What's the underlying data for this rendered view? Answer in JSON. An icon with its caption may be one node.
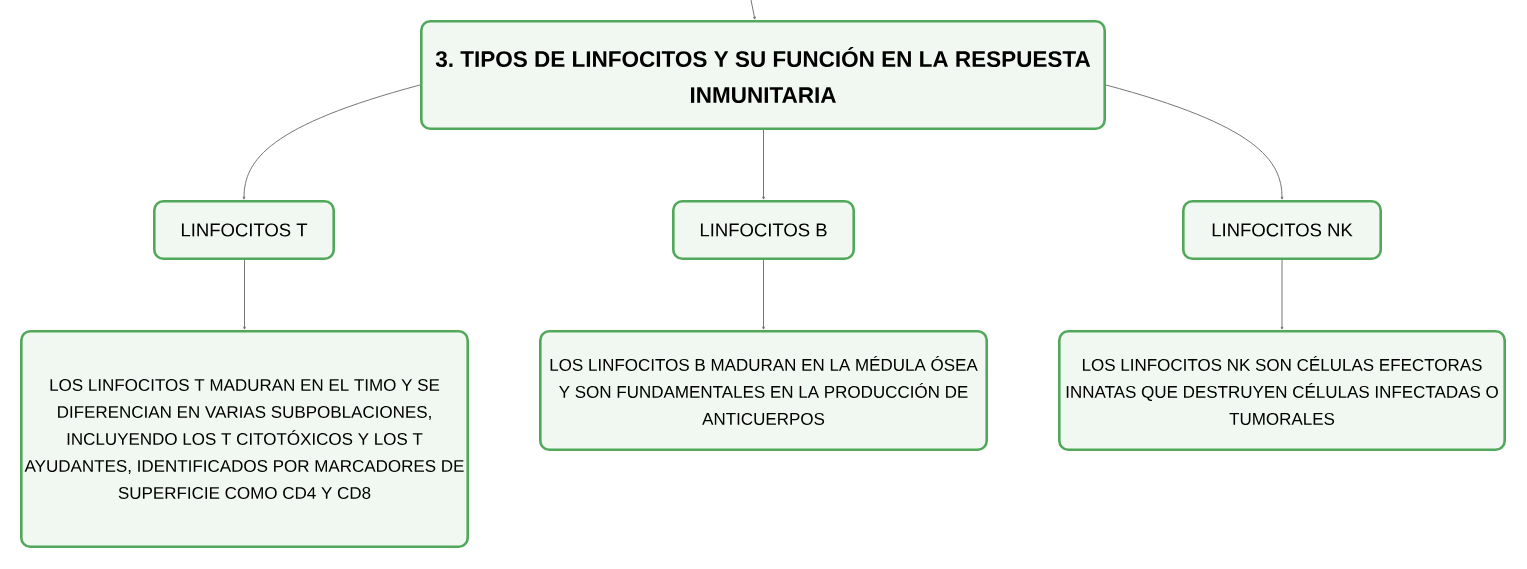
{
  "diagram": {
    "nodes": [
      {
        "text": [
          "3. TIPOS DE LINFOCITOS Y SU FUNCIÓN EN LA RESPUESTA INMUNITARIA"
        ]
      },
      {
        "text": [
          "LINFOCITOS T"
        ]
      },
      {
        "text": [
          "LINFOCITOS B"
        ]
      },
      {
        "text": [
          "LINFOCITOS NK"
        ]
      },
      {
        "text": [
          "LOS LINFOCITOS T MADURAN EN EL TIMO Y SE DIFERENCIAN EN VARIAS SUBPOBLACIONES, INCLUYENDO LOS T CITOTÓXICOS Y LOS T AYUDANTES, IDENTIFICADOS POR MARCADORES DE SUPERFICIE COMO CD4 Y CD8"
        ]
      },
      {
        "text": [
          "LOS LINFOCITOS B MADURAN EN LA MÉDULA ÓSEA Y SON FUNDAMENTALES EN LA PRODUCCIÓN DE ANTICUERPOS"
        ]
      },
      {
        "text": [
          "LOS LINFOCITOS NK SON CÉLULAS EFECTORAS INNATAS QUE DESTRUYEN CÉLULAS INFECTADAS O TUMORALES"
        ]
      }
    ],
    "edges": [
      {
        "from": null,
        "to": 0,
        "arrow": "to"
      },
      {
        "from": 0,
        "to": 1,
        "arrow": "to"
      },
      {
        "from": 0,
        "to": 2,
        "arrow": "to"
      },
      {
        "from": 0,
        "to": 3,
        "arrow": "to"
      },
      {
        "from": 1,
        "to": 4,
        "arrow": "to"
      },
      {
        "from": 2,
        "to": 5,
        "arrow": "to"
      },
      {
        "from": 3,
        "to": 6,
        "arrow": "to"
      }
    ]
  }
}
